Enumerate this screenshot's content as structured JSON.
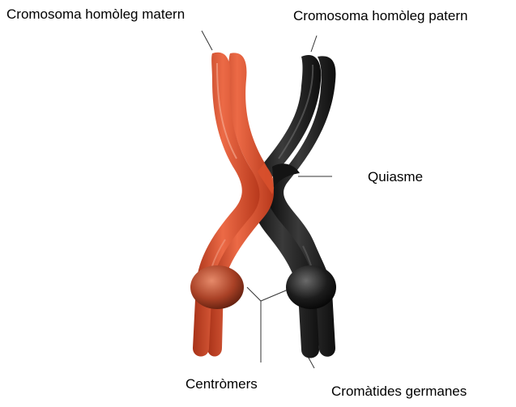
{
  "labels": {
    "maternal": "Cromosoma homòleg matern",
    "paternal": "Cromosoma homòleg patern",
    "chiasma": "Quiasme",
    "centromeres": "Centròmers",
    "sister_chromatids": "Cromàtides germanes"
  },
  "colors": {
    "maternal_chromatid": "#e0502c",
    "maternal_shadow": "#8a2a14",
    "maternal_highlight": "#f7a58a",
    "maternal_centromere": "#b44a30",
    "paternal_chromatid": "#1a1a1a",
    "paternal_highlight": "#6a6a6a",
    "paternal_centromere": "#222222",
    "leader_line": "#333333"
  }
}
